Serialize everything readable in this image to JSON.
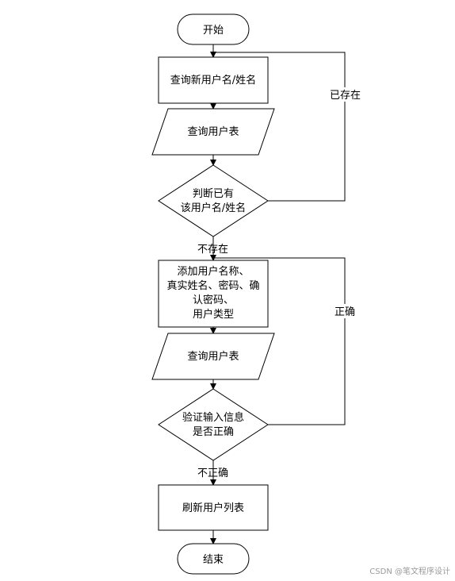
{
  "nodes": {
    "start": "开始",
    "query_name": "查询新用户名/姓名",
    "query_table_1": "查询用户表",
    "decision_exists": [
      "判断已有",
      "该用户名/姓名"
    ],
    "add_info": [
      "添加用户名称、",
      "真实姓名、密码、确",
      "认密码、",
      "用户类型"
    ],
    "query_table_2": "查询用户表",
    "decision_valid": [
      "验证输入信息",
      "是否正确"
    ],
    "refresh": "刷新用户列表",
    "end": "结束"
  },
  "edges": {
    "exists": "已存在",
    "not_exists": "不存在",
    "correct": "正确",
    "incorrect": "不正确"
  },
  "watermark": "CSDN @笔文程序设计"
}
